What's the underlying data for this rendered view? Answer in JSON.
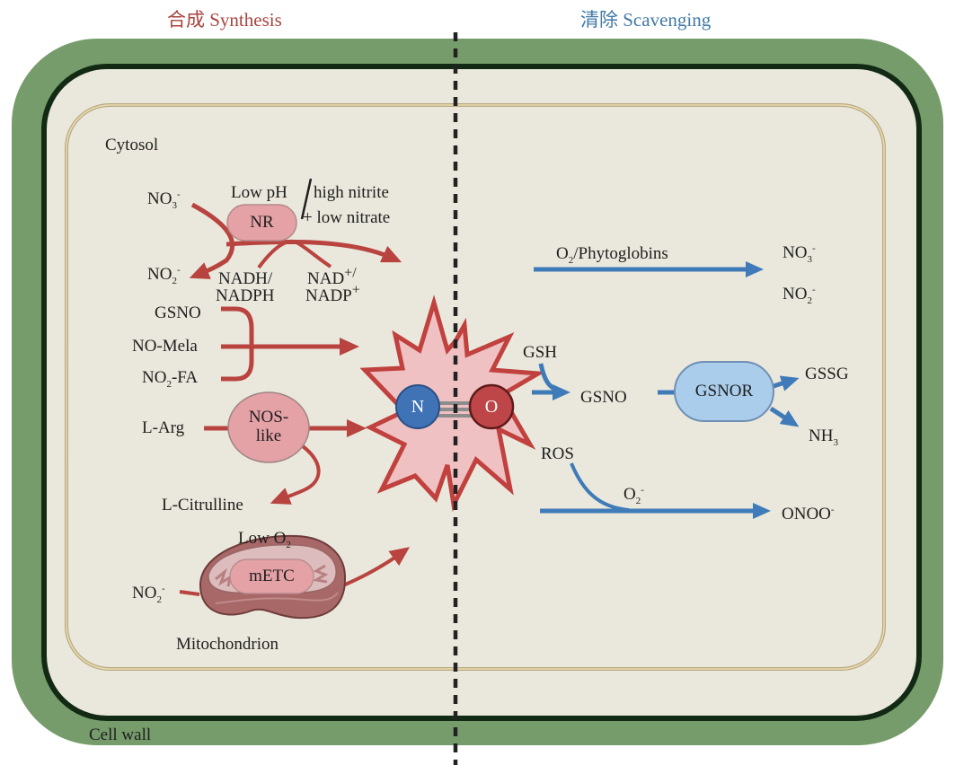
{
  "headers": {
    "synthesis": "合成  Synthesis",
    "scavenging": "清除  Scavenging"
  },
  "compartments": {
    "cytosol": "Cytosol",
    "cell_wall": "Cell wall",
    "mitochondrion": "Mitochondrion"
  },
  "colors": {
    "synthesis": "#b8433f",
    "scavenging": "#3f7bb8",
    "cell_wall": "#769c6c",
    "membrane": "#122a14",
    "cytoplasm": "#eae8dc",
    "enzyme_red": "#e4a1a6",
    "enzyme_blue": "#a9cdea"
  },
  "synthesis": {
    "nr_pathway": {
      "substrate_base": "NO",
      "substrate_sub": "3",
      "substrate_sup": "-",
      "product_base": "NO",
      "product_sub": "2",
      "product_sup": "-",
      "enzyme": "NR",
      "condition_1": "Low  pH",
      "condition_2": "high nitrite",
      "condition_3": "+ low nitrate",
      "cofactor_in_1": "NADH/",
      "cofactor_in_2": "NADPH",
      "cofactor_out_1": "NAD",
      "cofactor_out_1_sup": "+/",
      "cofactor_out_2": "NADP",
      "cofactor_out_2_sup": "+"
    },
    "donors": {
      "gsno": "GSNO",
      "no_mela": "NO-Mela",
      "no2fa_base": "NO",
      "no2fa_sub": "2",
      "no2fa_rest": "-FA"
    },
    "nos_pathway": {
      "substrate": "L-Arg",
      "enzyme_1": "NOS-",
      "enzyme_2": "like",
      "byproduct": "L-Citrulline"
    },
    "mito_pathway": {
      "condition_base": "Low O",
      "condition_sub": "2",
      "enzyme": "mETC",
      "substrate_base": "NO",
      "substrate_sub": "2",
      "substrate_sup": "-"
    }
  },
  "nitric_oxide": {
    "atom_n": "N",
    "atom_o": "O"
  },
  "scavenging": {
    "phytoglobin": {
      "label_base": "O",
      "label_sub": "2",
      "label_rest": "/Phytoglobins",
      "product_1_base": "NO",
      "product_1_sub": "3",
      "product_1_sup": "-",
      "product_2_base": "NO",
      "product_2_sub": "2",
      "product_2_sup": "-"
    },
    "gsnor": {
      "cosubstrate": "GSH",
      "intermediate": "GSNO",
      "enzyme": "GSNOR",
      "product_1": "GSSG",
      "product_2_base": "NH",
      "product_2_sub": "3"
    },
    "peroxynitrite": {
      "source": "ROS",
      "reactant_base": "O",
      "reactant_sub": "2",
      "reactant_sup": "-",
      "product_base": "ONOO",
      "product_sup": "-"
    }
  }
}
